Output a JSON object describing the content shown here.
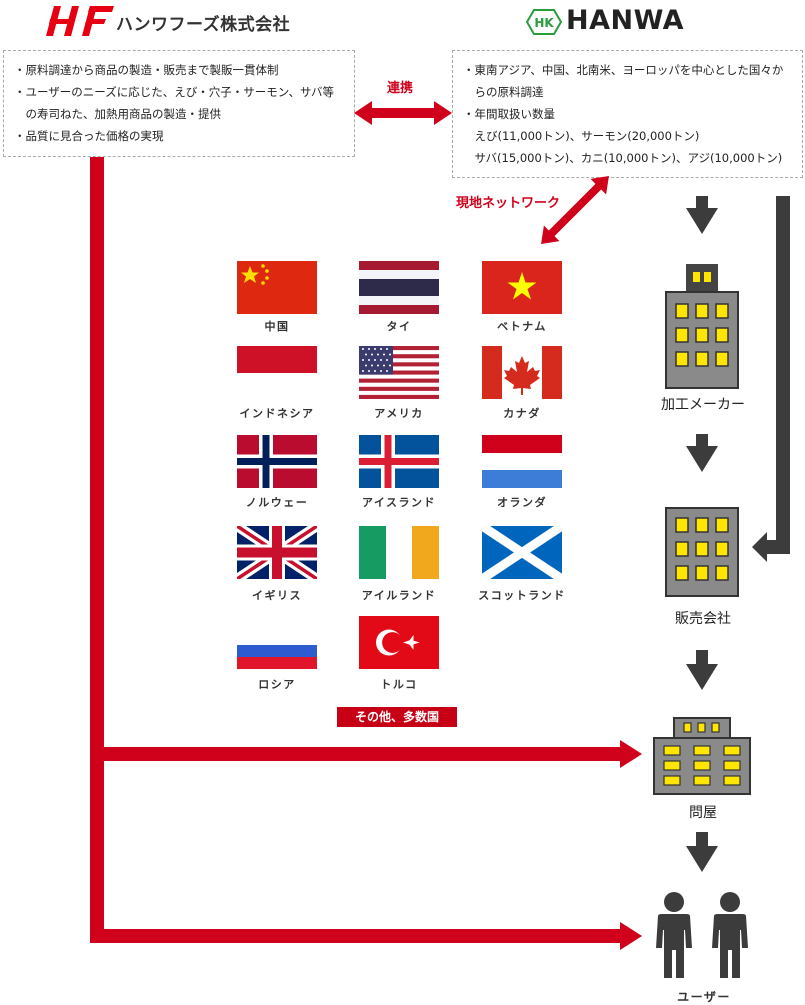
{
  "hanwa_foods": {
    "name": "ハンワフーズ株式会社"
  },
  "hanwa": {
    "logo_text": "HK",
    "name": "HANWA"
  },
  "left_box": {
    "lines": [
      "・原料調達から商品の製造・販売まで製販一貫体制",
      "・ユーザーのニーズに応じた、えび・穴子・サーモン、サバ等",
      "　の寿司ねた、加熱用商品の製造・提供",
      "・品質に見合った価格の実現"
    ]
  },
  "right_box": {
    "lines": [
      "・東南アジア、中国、北南米、ヨーロッパを中心とした国々か",
      "　らの原料調達",
      "・年間取扱い数量",
      "　えび(11,000トン)、サーモン(20,000トン)",
      "　サバ(15,000トン)、カニ(10,000トン)、アジ(10,000トン)"
    ]
  },
  "labels": {
    "renkei": "連携",
    "network": "現地ネットワーク",
    "others": "その他、多数国"
  },
  "flags": [
    {
      "id": "china",
      "label": "中国"
    },
    {
      "id": "thailand",
      "label": "タイ"
    },
    {
      "id": "vietnam",
      "label": "ベトナム"
    },
    {
      "id": "indonesia",
      "label": "インドネシア"
    },
    {
      "id": "usa",
      "label": "アメリカ"
    },
    {
      "id": "canada",
      "label": "カナダ"
    },
    {
      "id": "norway",
      "label": "ノルウェー"
    },
    {
      "id": "iceland",
      "label": "アイスランド"
    },
    {
      "id": "netherlands",
      "label": "オランダ"
    },
    {
      "id": "uk",
      "label": "イギリス"
    },
    {
      "id": "ireland",
      "label": "アイルランド"
    },
    {
      "id": "scotland",
      "label": "スコットランド"
    },
    {
      "id": "russia",
      "label": "ロシア"
    },
    {
      "id": "turkey",
      "label": "トルコ"
    }
  ],
  "flow": {
    "manufacturer": "加工メーカー",
    "sales_company": "販売会社",
    "wholesaler": "問屋",
    "users": "ユーザー"
  },
  "colors": {
    "red": "#d0021b",
    "gray": "#3c3c3c",
    "window_yellow": "#ffe600",
    "badge": "#c70015"
  }
}
